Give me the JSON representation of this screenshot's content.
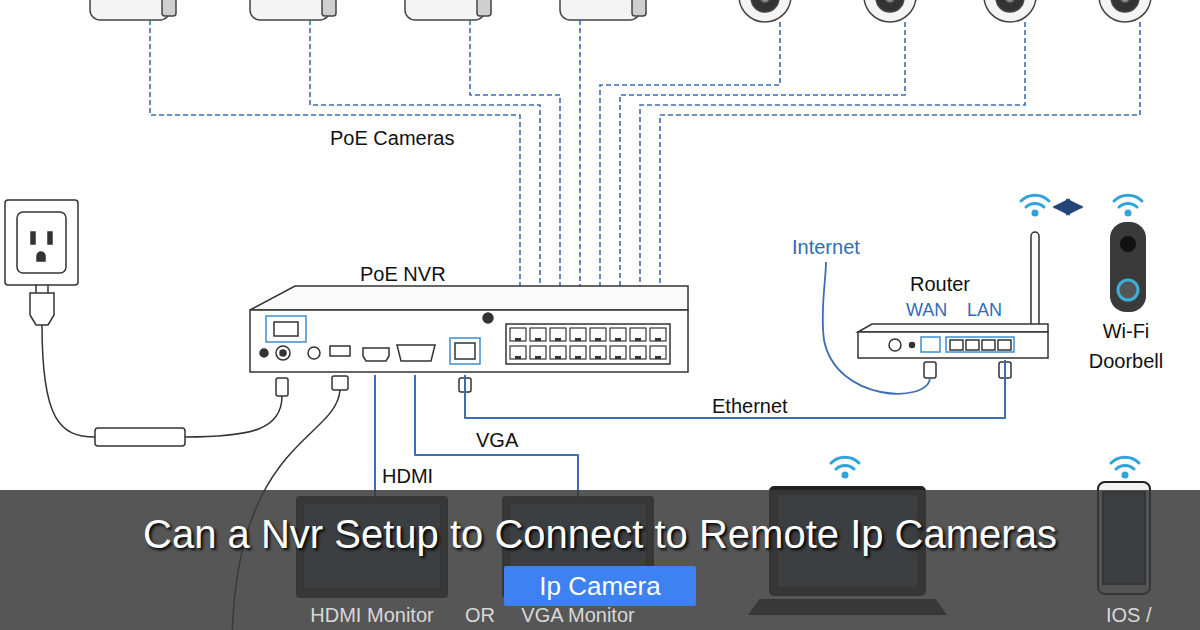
{
  "diagram": {
    "title": "Can a Nvr Setup to Connect to Remote Ip Cameras",
    "nodes": [
      {
        "text": [
          "PoE NVR"
        ]
      },
      {
        "text": [
          "Router",
          "WAN",
          "LAN"
        ]
      },
      {
        "text": [
          "Wi-Fi Doorbell"
        ]
      },
      {
        "text": [
          "HDMI Monitor"
        ]
      },
      {
        "text": [
          "VGA Monitor"
        ]
      }
    ],
    "edges": [
      {
        "from": 0,
        "to": 1,
        "label": "Ethernet",
        "arrow": "none"
      },
      {
        "from": 0,
        "to": 3,
        "label": "HDMI",
        "arrow": "none"
      },
      {
        "from": 0,
        "to": 4,
        "label": "VGA",
        "arrow": "none"
      },
      {
        "from": 1,
        "to": 2,
        "arrow": "both"
      }
    ],
    "labels": [
      "PoE Cameras",
      "Internet",
      "OR",
      "IOS /",
      "Ip Camera"
    ]
  }
}
